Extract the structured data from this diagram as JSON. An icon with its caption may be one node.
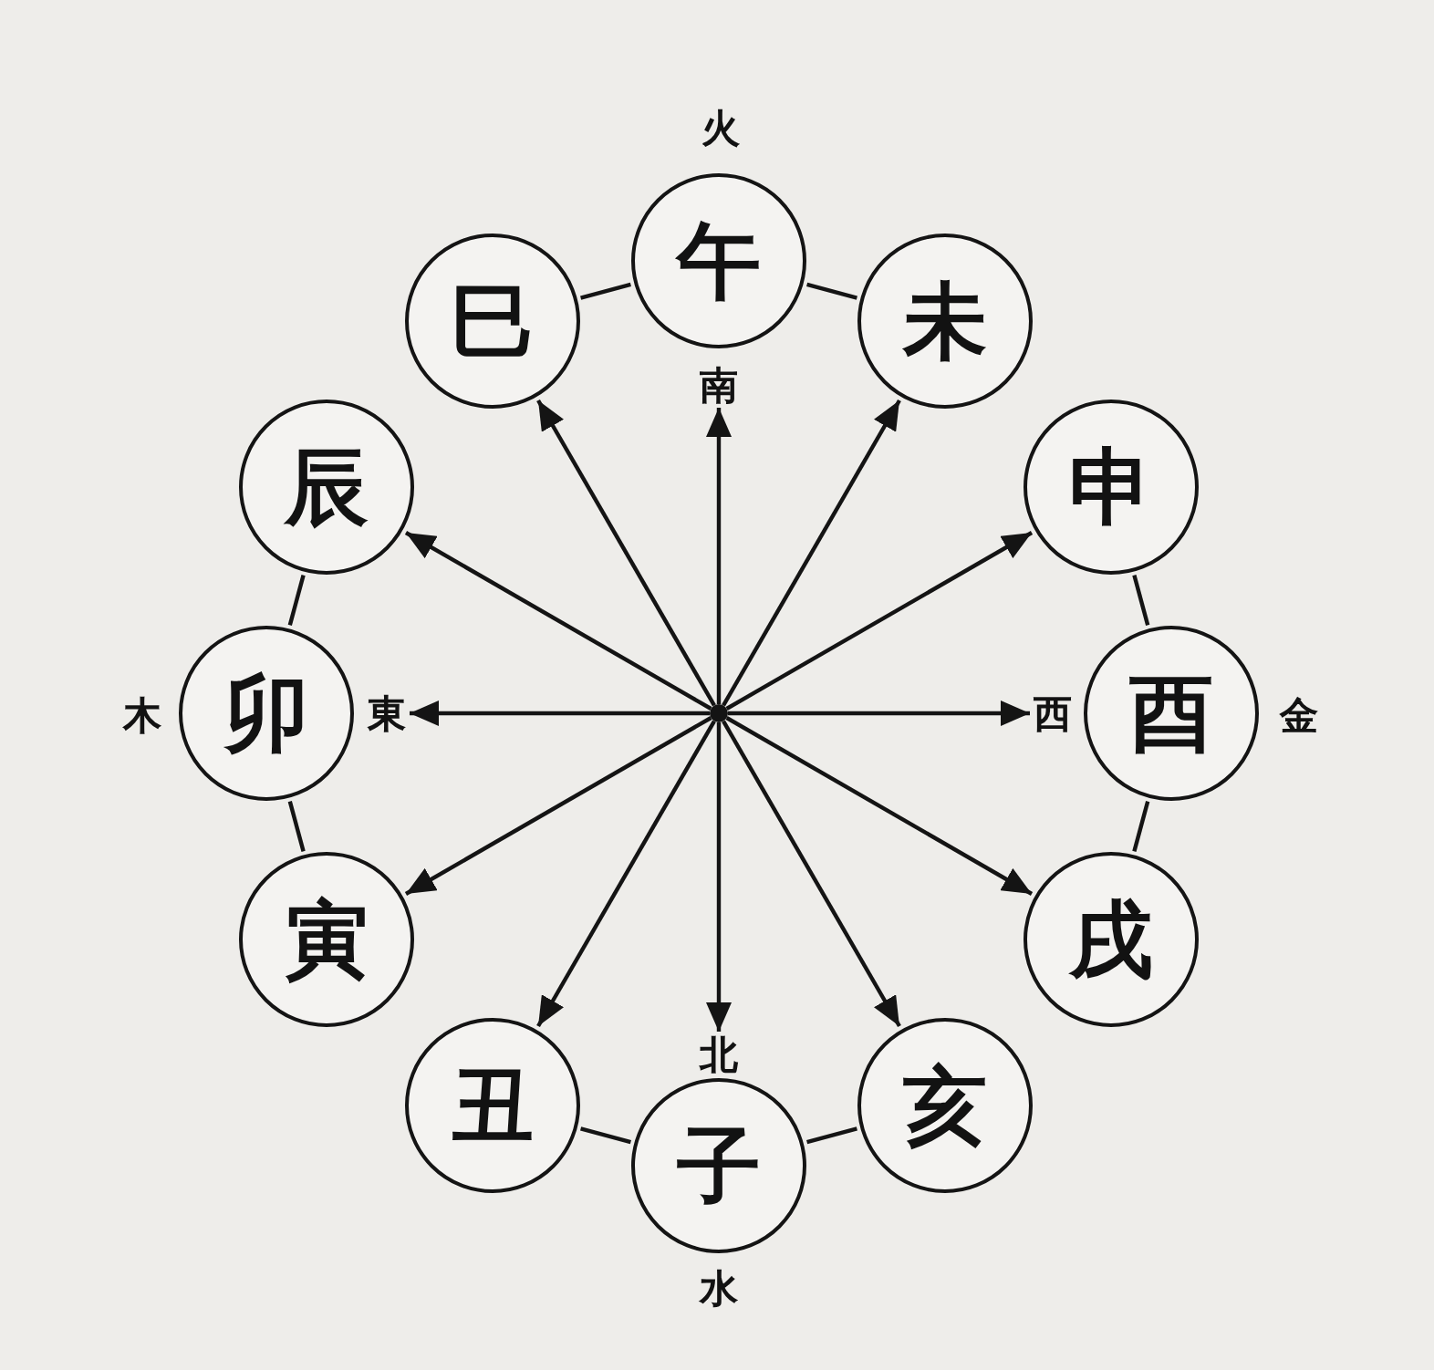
{
  "diagram": {
    "nodes": [
      {
        "text": [
          "午"
        ],
        "beside": [
          "火"
        ]
      },
      {
        "text": [
          "巳"
        ]
      },
      {
        "text": [
          "未"
        ]
      },
      {
        "text": [
          "南"
        ]
      },
      {
        "text": [
          "辰"
        ]
      },
      {
        "text": [
          "申"
        ]
      },
      {
        "text": [
          "卯"
        ],
        "beside": [
          "木"
        ]
      },
      {
        "text": [
          "東"
        ]
      },
      {
        "text": [],
        "shape": "dot"
      },
      {
        "text": [
          "西"
        ]
      },
      {
        "text": [
          "酉"
        ],
        "beside": [
          "金"
        ]
      },
      {
        "text": [
          "寅"
        ]
      },
      {
        "text": [
          "戌"
        ]
      },
      {
        "text": [
          "北"
        ]
      },
      {
        "text": [
          "丑"
        ]
      },
      {
        "text": [
          "亥"
        ]
      },
      {
        "text": [
          "子"
        ],
        "beside": [
          "水"
        ]
      }
    ],
    "edges": [
      {
        "from": 8,
        "to": 3,
        "arrow": "to"
      },
      {
        "from": 8,
        "to": 2,
        "arrow": "to"
      },
      {
        "from": 8,
        "to": 5,
        "arrow": "to"
      },
      {
        "from": 8,
        "to": 9,
        "arrow": "to"
      },
      {
        "from": 8,
        "to": 12,
        "arrow": "to"
      },
      {
        "from": 8,
        "to": 15,
        "arrow": "to"
      },
      {
        "from": 8,
        "to": 13,
        "arrow": "to"
      },
      {
        "from": 8,
        "to": 14,
        "arrow": "to"
      },
      {
        "from": 8,
        "to": 11,
        "arrow": "to"
      },
      {
        "from": 8,
        "to": 7,
        "arrow": "to"
      },
      {
        "from": 8,
        "to": 4,
        "arrow": "to"
      },
      {
        "from": 8,
        "to": 1,
        "arrow": "to"
      },
      {
        "from": 0,
        "to": 1,
        "arrow": "none"
      },
      {
        "from": 0,
        "to": 2,
        "arrow": "none"
      },
      {
        "from": 4,
        "to": 6,
        "arrow": "none"
      },
      {
        "from": 6,
        "to": 11,
        "arrow": "none"
      },
      {
        "from": 5,
        "to": 10,
        "arrow": "none"
      },
      {
        "from": 10,
        "to": 12,
        "arrow": "none"
      },
      {
        "from": 14,
        "to": 16,
        "arrow": "none"
      },
      {
        "from": 16,
        "to": 15,
        "arrow": "none"
      }
    ]
  }
}
